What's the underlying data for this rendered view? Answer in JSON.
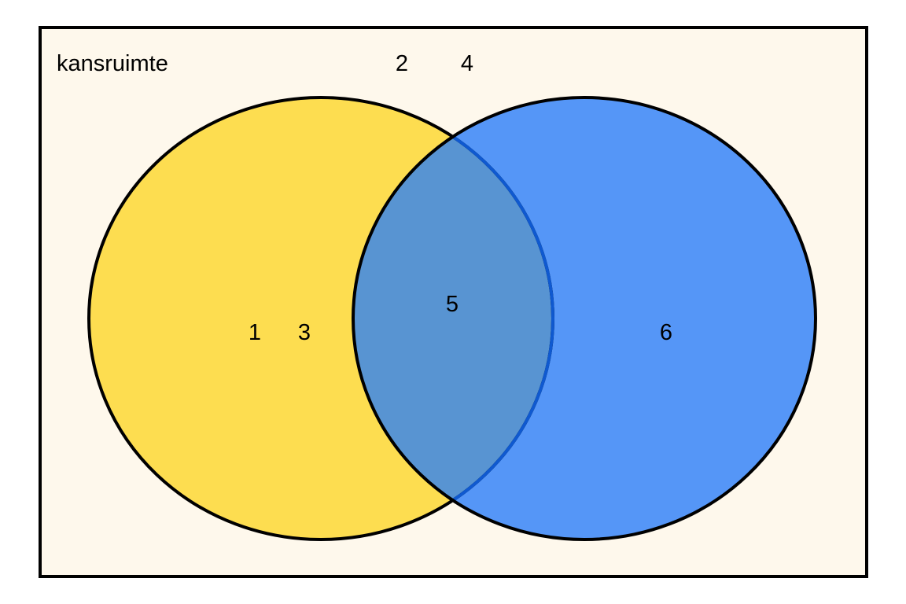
{
  "sample_space": {
    "label": "kansruimte",
    "background_color": "#FEF8EC",
    "border_color": "#000000"
  },
  "sets": [
    {
      "fill_color": "#FDDD50"
    },
    {
      "fill_color": "#5596F7"
    }
  ],
  "overlap_color": "#5894D2",
  "overlap_edge_color": "#0F59D0",
  "outside_elements": [
    "2",
    "4"
  ],
  "left_only_elements": [
    "1",
    "3"
  ],
  "intersection_elements": [
    "5"
  ],
  "right_only_elements": [
    "6"
  ]
}
